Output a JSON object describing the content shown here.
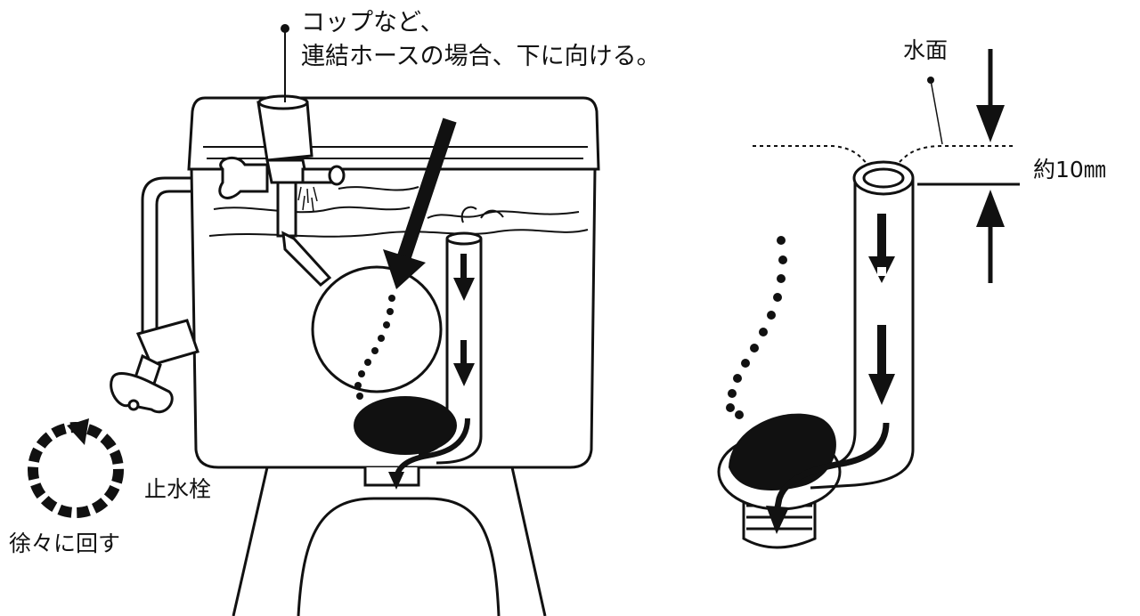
{
  "labels": {
    "cup_line1": "コップなど、",
    "cup_line2": "連結ホースの場合、下に向ける。",
    "stop_valve": "止水栓",
    "turn_slowly": "徐々に回す",
    "water_surface": "水面",
    "distance": "約10㎜"
  },
  "colors": {
    "line": "#111111",
    "fill": "#ffffff"
  }
}
